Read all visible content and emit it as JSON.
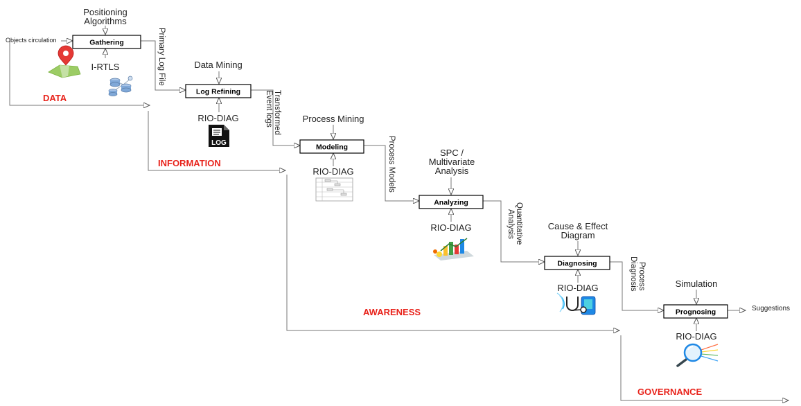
{
  "steps": {
    "gathering": "Gathering",
    "log_refining": "Log Refining",
    "modeling": "Modeling",
    "analyzing": "Analyzing",
    "diagnosing": "Diagnosing",
    "prognosing": "Prognosing"
  },
  "inputs": {
    "positioning_l1": "Positioning",
    "positioning_l2": "Algorithms",
    "data_mining": "Data Mining",
    "process_mining": "Process Mining",
    "spc_l1": "SPC /",
    "spc_l2": "Multivariate",
    "spc_l3": "Analysis",
    "cause_l1": "Cause & Effect",
    "cause_l2": "Diagram",
    "simulation": "Simulation",
    "objects_circulation": "Objects circulation"
  },
  "mechanisms": {
    "irtls": "I-RTLS",
    "rio_diag": "RIO-DIAG",
    "log_icon_text": "LOG"
  },
  "flows": {
    "primary_log_file": "Primary Log File",
    "transformed_l1": "Transformed",
    "transformed_l2": "Event logs",
    "process_models": "Process Models",
    "quantitative_l1": "Quantitative",
    "quantitative_l2": "Analysis",
    "process_diag_l1": "Process",
    "process_diag_l2": "Diagnosis",
    "suggestions": "Suggestions"
  },
  "phases": {
    "data": "DATA",
    "information": "INFORMATION",
    "awareness": "AWARENESS",
    "governance": "GOVERNANCE"
  },
  "colors": {
    "phase_label": "#e8231b",
    "box_border": "#000000",
    "connector": "#777777",
    "map_pin": "#e53935",
    "map_ground": "#9ccc65",
    "chart_bars": [
      "#43a047",
      "#fbc02d",
      "#e53935",
      "#1e88e5"
    ],
    "stethoscope_blue": "#1e88e5",
    "db_blue": "#7fa8d8"
  },
  "icons": [
    "map-pin-icon",
    "database-network-icon",
    "log-file-icon",
    "process-model-icon",
    "bar-chart-icon",
    "stethoscope-icon",
    "magnifier-icon"
  ]
}
